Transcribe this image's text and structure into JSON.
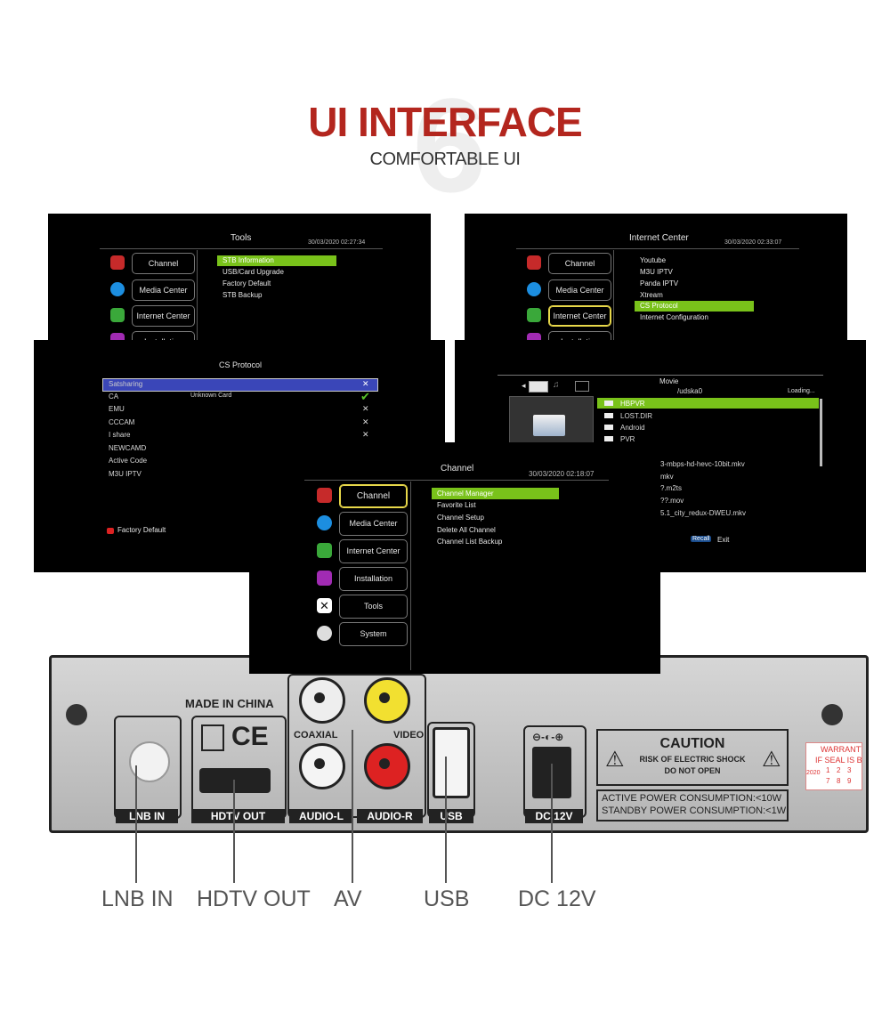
{
  "header": {
    "number": "6",
    "title": "UI INTERFACE",
    "subtitle": "COMFORTABLE UI"
  },
  "screens": {
    "tools": {
      "title": "Tools",
      "time": "30/03/2020 02:27:34",
      "menu": [
        "Channel",
        "Media Center",
        "Internet Center",
        "Installation"
      ],
      "options": [
        "STB Information",
        "USB/Card Upgrade",
        "Factory Default",
        "STB Backup"
      ]
    },
    "internet": {
      "title": "Internet Center",
      "time": "30/03/2020 02:33:07",
      "menu": [
        "Channel",
        "Media Center",
        "Internet Center",
        "Installation"
      ],
      "options": [
        "Youtube",
        "M3U IPTV",
        "Panda IPTV",
        "Xtream",
        "CS Protocol",
        "Internet Configuration"
      ]
    },
    "cs": {
      "title": "CS Protocol",
      "rows": [
        {
          "name": "Satsharing",
          "value": "",
          "mark": "✕"
        },
        {
          "name": "CA",
          "value": "Unknown Card",
          "mark": "✔"
        },
        {
          "name": "EMU",
          "value": "",
          "mark": "✕"
        },
        {
          "name": "CCCAM",
          "value": "",
          "mark": "✕"
        },
        {
          "name": "I share",
          "value": "",
          "mark": "✕"
        },
        {
          "name": "NEWCAMD",
          "value": "",
          "mark": ""
        },
        {
          "name": "Active Code",
          "value": "",
          "mark": ""
        },
        {
          "name": "M3U IPTV",
          "value": "",
          "mark": ""
        }
      ],
      "footer": "Factory Default"
    },
    "movie": {
      "title": "Movie",
      "path": "/udska0",
      "status": "Loading...",
      "folders": [
        "HBPVR",
        "LOST.DIR",
        "Android",
        "PVR"
      ],
      "files": [
        "3-mbps-hd-hevc-10bit.mkv",
        "mkv",
        "?.m2ts",
        "??.mov",
        "5.1_city_redux-DWEU.mkv"
      ],
      "recall": "Recall",
      "exit": "Exit"
    },
    "channel": {
      "title": "Channel",
      "time": "30/03/2020 02:18:07",
      "menu": [
        "Channel",
        "Media Center",
        "Internet Center",
        "Installation",
        "Tools",
        "System"
      ],
      "options": [
        "Channel Manager",
        "Favorite List",
        "Channel Setup",
        "Delete All Channel",
        "Channel List Backup"
      ]
    }
  },
  "device": {
    "made_in": "MADE IN CHINA",
    "ce": "CE",
    "coaxial": "COAXIAL",
    "video": "VIDEO",
    "ports": [
      "LNB IN",
      "HDTV OUT",
      "AUDIO-L",
      "AUDIO-R",
      "USB",
      "DC 12V"
    ],
    "caution_title": "CAUTION",
    "caution_text1": "RISK OF ELECTRIC SHOCK",
    "caution_text2": "DO NOT OPEN",
    "power1": "ACTIVE POWER CONSUMPTION:<10W",
    "power2": "STANDBY POWER CONSUMPTION:<1W",
    "warranty1": "WARRANTY",
    "warranty2": "IF SEAL IS B",
    "warranty_year": "2020",
    "warranty_nums": [
      "1",
      "2",
      "3",
      "7",
      "8",
      "9"
    ]
  },
  "captions": [
    "LNB IN",
    "HDTV OUT",
    "AV",
    "USB",
    "DC 12V"
  ]
}
